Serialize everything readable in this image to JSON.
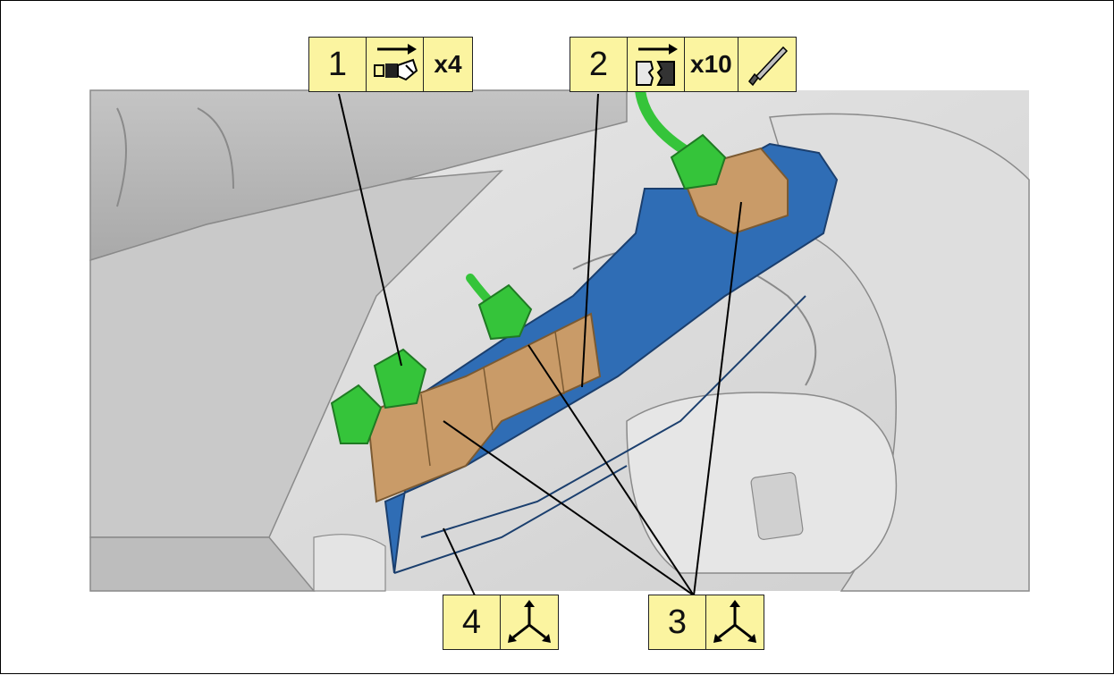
{
  "callouts": [
    {
      "number": "1",
      "quantity": "x4",
      "icons": [
        "disconnect-connector-icon"
      ]
    },
    {
      "number": "2",
      "quantity": "x10",
      "icons": [
        "release-clip-icon",
        "trim-tool-icon"
      ]
    },
    {
      "number": "3",
      "icons": [
        "move-directions-icon"
      ]
    },
    {
      "number": "4",
      "icons": [
        "move-directions-icon"
      ]
    }
  ],
  "colors": {
    "callout_fill": "#fbf4a0",
    "bracket_blue": "#2f6db5",
    "connector_tan": "#c99b68",
    "connector_green": "#35c43a",
    "trim_grey": "#d8d8d8",
    "panel_dark": "#b4b4b4"
  }
}
